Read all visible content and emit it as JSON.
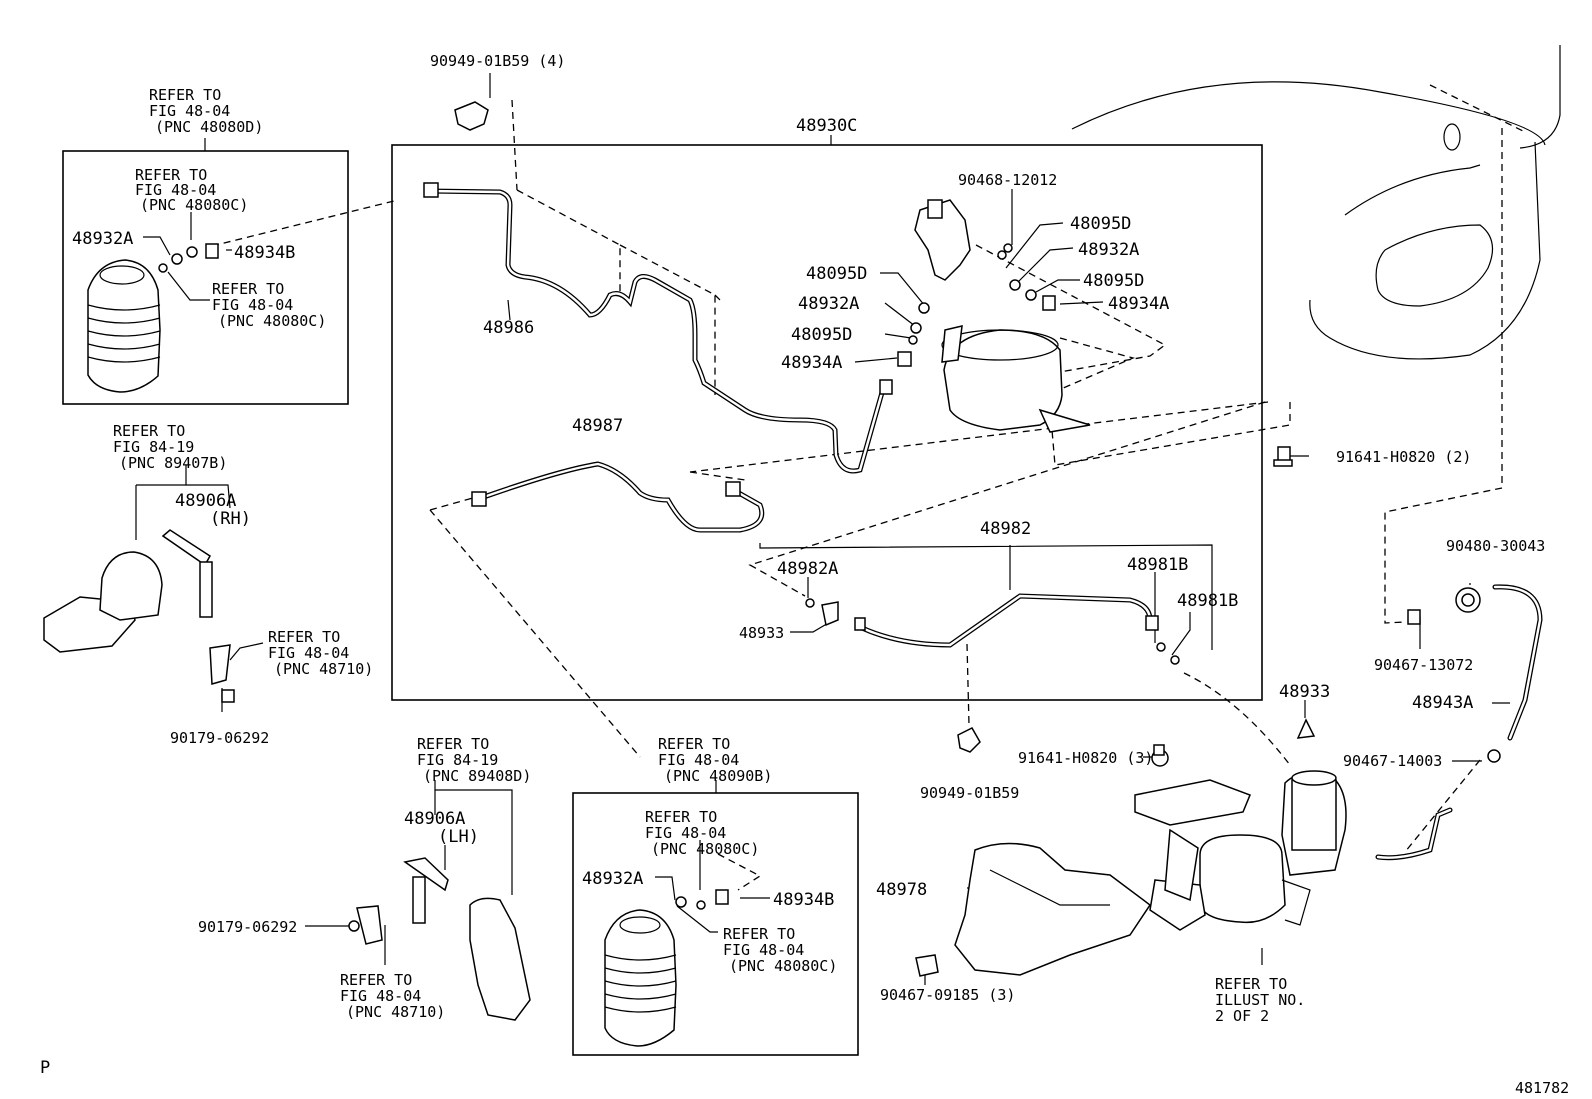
{
  "labels": {
    "clip_top": "90949-01B59 (4)",
    "assembly": "48930C",
    "refer_48080d": [
      "REFER TO",
      "FIG 48-04",
      "(PNC 48080D)"
    ],
    "refer_48080c_a": [
      "REFER TO",
      "FIG 48-04",
      "(PNC 48080C)"
    ],
    "refer_48080c_b": [
      "REFER TO",
      "FIG 48-04",
      "(PNC 48080C)"
    ],
    "p48932a_left": "48932A",
    "p48934b_left": "48934B",
    "p48986": "48986",
    "p48987": "48987",
    "p90468": "90468-12012",
    "p48095d_1": "48095D",
    "p48932a_r": "48932A",
    "p48095d_2": "48095D",
    "p48934a_r": "48934A",
    "p48095d_3": "48095D",
    "p48932a_m": "48932A",
    "p48095d_4": "48095D",
    "p48934a_m": "48934A",
    "p91641_2": "91641-H0820 (2)",
    "p48982": "48982",
    "p48982a": "48982A",
    "p48981b_1": "48981B",
    "p48981b_2": "48981B",
    "p48933_l": "48933",
    "refer_89407b": [
      "REFER TO",
      "FIG 84-19",
      "(PNC 89407B)"
    ],
    "p48906a_rh": [
      "48906A",
      "(RH)"
    ],
    "refer_48710_a": [
      "REFER TO",
      "FIG 48-04",
      "(PNC 48710)"
    ],
    "p90179_a": "90179-06292",
    "refer_89408d": [
      "REFER TO",
      "FIG 84-19",
      "(PNC 89408D)"
    ],
    "p48906a_lh": [
      "48906A",
      "(LH)"
    ],
    "p90179_b": "90179-06292",
    "refer_48710_b": [
      "REFER TO",
      "FIG 48-04",
      "(PNC 48710)"
    ],
    "refer_48090b": [
      "REFER TO",
      "FIG 48-04",
      "(PNC 48090B)"
    ],
    "refer_48080c_c": [
      "REFER TO",
      "FIG 48-04",
      "(PNC 48080C)"
    ],
    "p48932a_bot": "48932A",
    "p48934b_bot": "48934B",
    "refer_48080c_d": [
      "REFER TO",
      "FIG 48-04",
      "(PNC 48080C)"
    ],
    "p90949_b": "90949-01B59",
    "p48978": "48978",
    "p90467_09185": "90467-09185 (3)",
    "p91641_3": "91641-H0820 (3)",
    "p48933_r": "48933",
    "refer_illust": [
      "REFER TO",
      "ILLUST NO.",
      "2 OF 2"
    ],
    "p90480": "90480-30043",
    "p90467_13072": "90467-13072",
    "p48943a": "48943A",
    "p90467_14003": "90467-14003",
    "corner_p": "P",
    "fig_no": "481782"
  }
}
